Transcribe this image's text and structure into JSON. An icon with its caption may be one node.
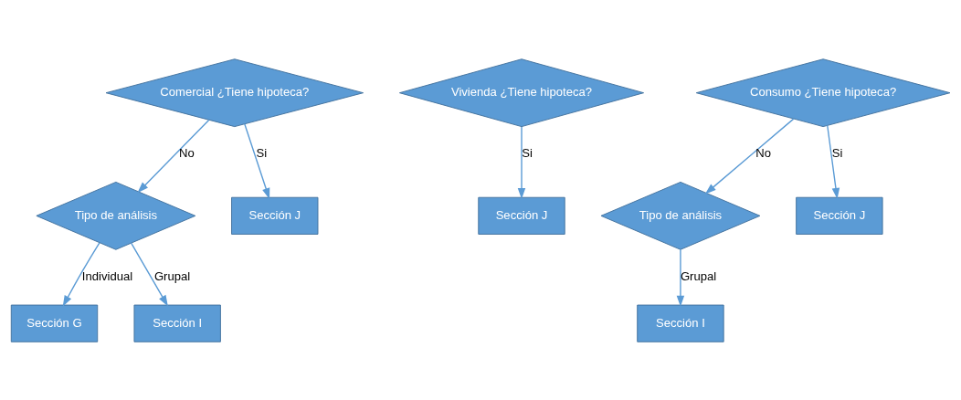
{
  "diagram": {
    "nodes": [
      {
        "text": [
          "Comercial ¿Tiene hipoteca?"
        ]
      },
      {
        "text": [
          "Tipo de análisis"
        ]
      },
      {
        "text": [
          "Sección J"
        ]
      },
      {
        "text": [
          "Sección G"
        ]
      },
      {
        "text": [
          "Sección I"
        ]
      },
      {
        "text": [
          "Vivienda ¿Tiene hipoteca?"
        ]
      },
      {
        "text": [
          "Sección J"
        ]
      },
      {
        "text": [
          "Consumo ¿Tiene hipoteca?"
        ]
      },
      {
        "text": [
          "Tipo de análisis"
        ]
      },
      {
        "text": [
          "Sección J"
        ]
      },
      {
        "text": [
          "Sección I"
        ]
      }
    ],
    "edges": [
      {
        "from": 0,
        "to": 1,
        "arrow": "to",
        "label": "No"
      },
      {
        "from": 0,
        "to": 2,
        "arrow": "to",
        "label": "Si"
      },
      {
        "from": 1,
        "to": 3,
        "arrow": "to",
        "label": "Individual"
      },
      {
        "from": 1,
        "to": 4,
        "arrow": "to",
        "label": "Grupal"
      },
      {
        "from": 5,
        "to": 6,
        "arrow": "to",
        "label": "Si"
      },
      {
        "from": 7,
        "to": 8,
        "arrow": "to",
        "label": "No"
      },
      {
        "from": 7,
        "to": 9,
        "arrow": "to",
        "label": "Si"
      },
      {
        "from": 8,
        "to": 10,
        "arrow": "to",
        "label": "Grupal"
      }
    ]
  }
}
